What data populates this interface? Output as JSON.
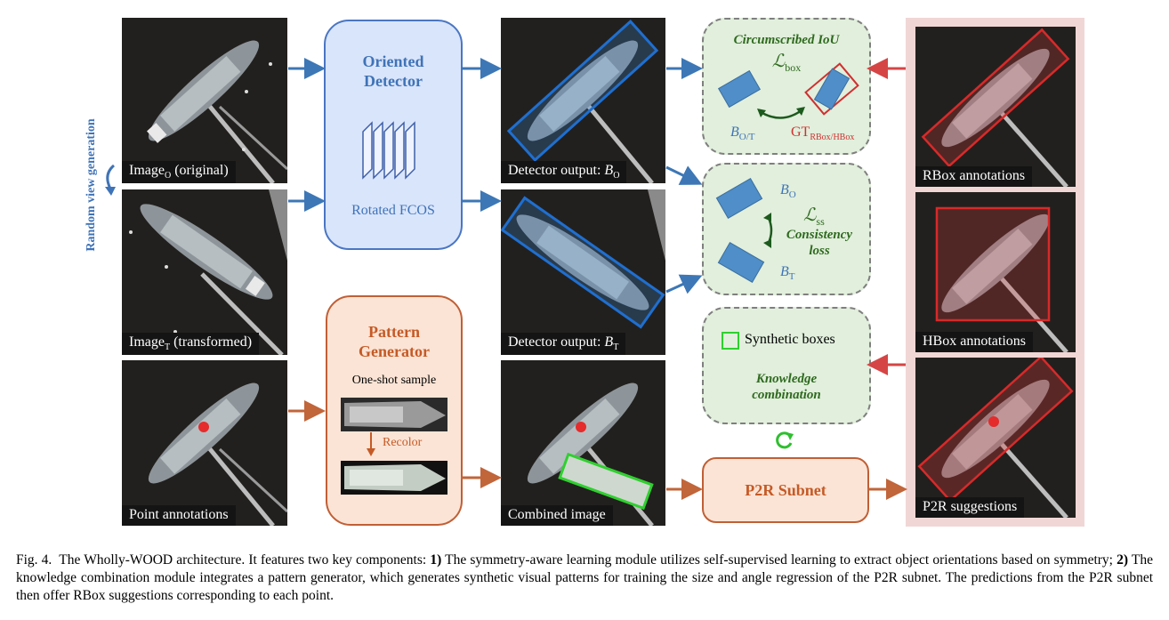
{
  "vertical_label": "Random view generation",
  "images": {
    "original": {
      "label": "Image",
      "sub": "O",
      "suffix": " (original)"
    },
    "transformed": {
      "label": "Image",
      "sub": "T",
      "suffix": " (transformed)"
    },
    "points": {
      "label": "Point annotations"
    },
    "det_o": {
      "label": "Detector output: ",
      "var": "B",
      "sub": "O"
    },
    "det_t": {
      "label": "Detector output: ",
      "var": "B",
      "sub": "T"
    },
    "combined": {
      "label": "Combined image"
    },
    "rbox": {
      "label": "RBox annotations"
    },
    "hbox": {
      "label": "HBox annotations"
    },
    "p2r": {
      "label": "P2R suggestions"
    }
  },
  "detector": {
    "title_line1": "Oriented",
    "title_line2": "Detector",
    "subtitle": "Rotated FCOS"
  },
  "pattern": {
    "title_line1": "Pattern",
    "title_line2": "Generator",
    "sample": "One-shot sample",
    "recolor": "Recolor"
  },
  "ciou": {
    "title": "Circumscribed IoU",
    "loss": "ℒ",
    "loss_sub": "box",
    "b_label": "B",
    "b_sub": "O/T",
    "gt_label": "GT",
    "gt_sub": "RBox/HBox"
  },
  "consistency": {
    "b_o": "B",
    "b_o_sub": "O",
    "loss": "ℒ",
    "loss_sub": "ss",
    "title_line1": "Consistency",
    "title_line2": "loss",
    "b_t": "B",
    "b_t_sub": "T"
  },
  "knowledge": {
    "synthetic": "Synthetic boxes",
    "title_line1": "Knowledge",
    "title_line2": "combination"
  },
  "p2r_subnet": {
    "label": "P2R Subnet"
  },
  "caption": {
    "fig": "Fig. 4.",
    "text1": "The Wholly-WOOD architecture. It features two key components: ",
    "b1": "1)",
    "text2": " The symmetry-aware learning module utilizes self-supervised learning to extract object orientations based on symmetry; ",
    "b2": "2)",
    "text3": " The knowledge combination module integrates a pattern generator, which generates synthetic visual patterns for training the size and angle regression of the P2R subnet. The predictions from the P2R subnet then offer RBox suggestions corresponding to each point."
  },
  "colors": {
    "blue": "#3f73b7",
    "orange": "#c55a26",
    "green": "#2e6a1e",
    "red": "#d03030"
  }
}
